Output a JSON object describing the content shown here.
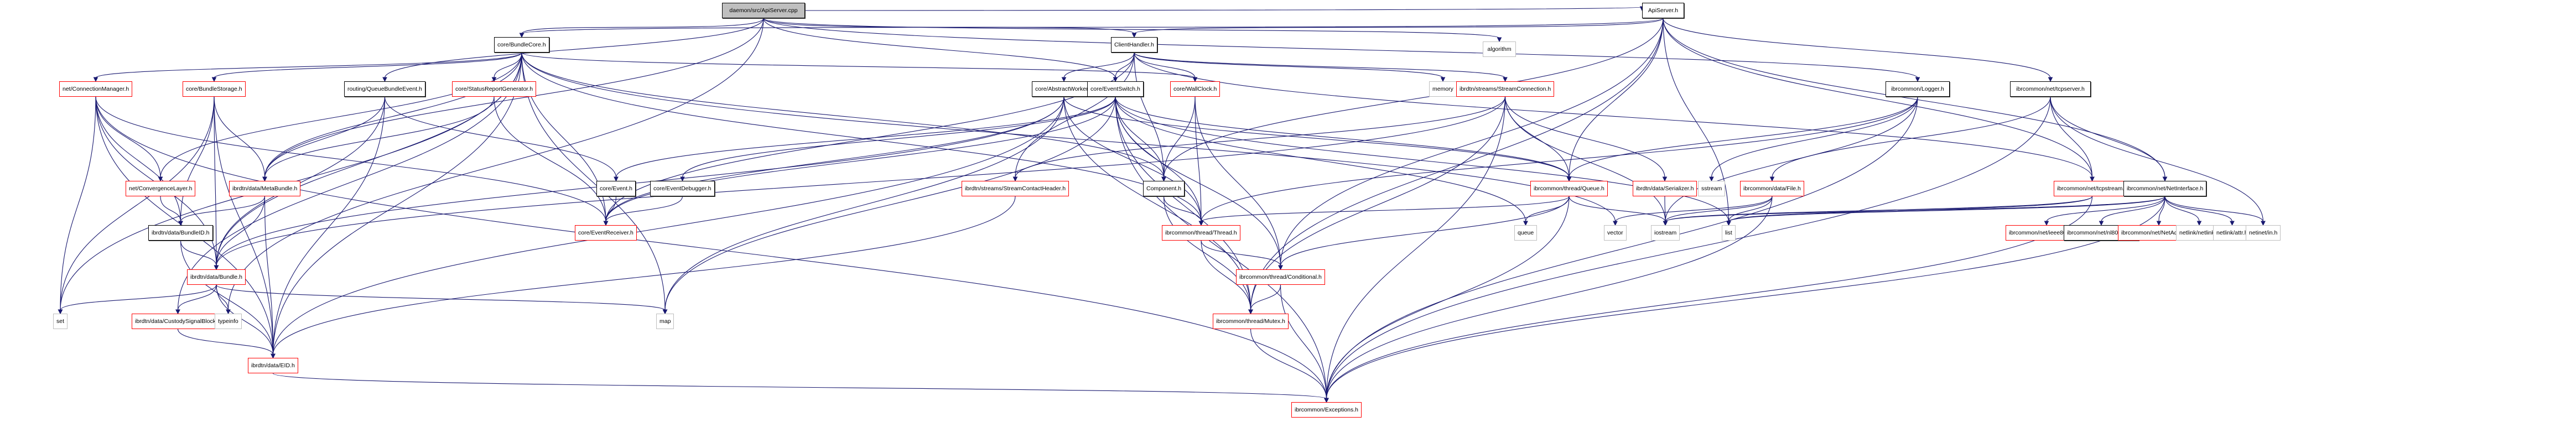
{
  "graph": {
    "title": "daemon/src/ApiServer.cpp include dependency graph",
    "edge_color": "#191970",
    "node_styles": {
      "root": {
        "fill": "#bfbfbf",
        "border": "#000000"
      },
      "documented": {
        "fill": "#ffffff",
        "border": "#000000"
      },
      "truncated": {
        "fill": "#ffffff",
        "border": "#ff0000"
      },
      "external": {
        "fill": "#ffffff",
        "border": "#bfbfbf"
      }
    },
    "nodes": [
      {
        "id": "root",
        "label": "daemon/src/ApiServer.cpp",
        "kind": "root"
      },
      {
        "id": "apiserver_h",
        "label": "ApiServer.h",
        "kind": "documented"
      },
      {
        "id": "algorithm",
        "label": "algorithm",
        "kind": "external"
      },
      {
        "id": "bundlecore",
        "label": "core/BundleCore.h",
        "kind": "documented"
      },
      {
        "id": "clienthandler",
        "label": "ClientHandler.h",
        "kind": "documented"
      },
      {
        "id": "logger",
        "label": "ibrcommon/Logger.h",
        "kind": "documented"
      },
      {
        "id": "tcpserver",
        "label": "ibrcommon/net/tcpserver.h",
        "kind": "documented"
      },
      {
        "id": "connmgr",
        "label": "net/ConnectionManager.h",
        "kind": "truncated"
      },
      {
        "id": "bundlestorage",
        "label": "core/BundleStorage.h",
        "kind": "truncated"
      },
      {
        "id": "queuebundleevent",
        "label": "routing/QueueBundleEvent.h",
        "kind": "documented"
      },
      {
        "id": "statusreport",
        "label": "core/StatusReportGenerator.h",
        "kind": "truncated"
      },
      {
        "id": "abstractworker",
        "label": "core/AbstractWorker.h",
        "kind": "documented"
      },
      {
        "id": "eventswitch",
        "label": "core/EventSwitch.h",
        "kind": "documented"
      },
      {
        "id": "wallclock",
        "label": "core/WallClock.h",
        "kind": "truncated"
      },
      {
        "id": "memory",
        "label": "memory",
        "kind": "external"
      },
      {
        "id": "streamconn",
        "label": "ibrdtn/streams/StreamConnection.h",
        "kind": "truncated"
      },
      {
        "id": "convlayer",
        "label": "net/ConvergenceLayer.h",
        "kind": "truncated"
      },
      {
        "id": "metabundle",
        "label": "ibrdtn/data/MetaBundle.h",
        "kind": "truncated"
      },
      {
        "id": "event",
        "label": "core/Event.h",
        "kind": "documented"
      },
      {
        "id": "eventdebugger",
        "label": "core/EventDebugger.h",
        "kind": "documented"
      },
      {
        "id": "streamcontact",
        "label": "ibrdtn/streams/StreamContactHeader.h",
        "kind": "truncated"
      },
      {
        "id": "component",
        "label": "Component.h",
        "kind": "documented"
      },
      {
        "id": "queue_h",
        "label": "ibrcommon/thread/Queue.h",
        "kind": "truncated"
      },
      {
        "id": "serializer",
        "label": "ibrdtn/data/Serializer.h",
        "kind": "truncated"
      },
      {
        "id": "sstream",
        "label": "sstream",
        "kind": "external"
      },
      {
        "id": "file_h",
        "label": "ibrcommon/data/File.h",
        "kind": "truncated"
      },
      {
        "id": "tcpstream",
        "label": "ibrcommon/net/tcpstream.h",
        "kind": "truncated"
      },
      {
        "id": "netinterface",
        "label": "ibrcommon/net/NetInterface.h",
        "kind": "documented"
      },
      {
        "id": "bundleid",
        "label": "ibrdtn/data/BundleID.h",
        "kind": "documented"
      },
      {
        "id": "eventreceiver",
        "label": "core/EventReceiver.h",
        "kind": "truncated"
      },
      {
        "id": "thread_h",
        "label": "ibrcommon/thread/Thread.h",
        "kind": "truncated"
      },
      {
        "id": "queue",
        "label": "queue",
        "kind": "external"
      },
      {
        "id": "vector",
        "label": "vector",
        "kind": "external"
      },
      {
        "id": "iostream",
        "label": "iostream",
        "kind": "external"
      },
      {
        "id": "list",
        "label": "list",
        "kind": "external"
      },
      {
        "id": "ieee802154",
        "label": "ibrcommon/net/ieee802154.h",
        "kind": "truncated"
      },
      {
        "id": "nl802154",
        "label": "ibrcommon/net/nl802154.h",
        "kind": "documented"
      },
      {
        "id": "netaddress",
        "label": "ibrcommon/net/NetAddress.h",
        "kind": "truncated"
      },
      {
        "id": "netlink",
        "label": "netlink/netlink.h",
        "kind": "external"
      },
      {
        "id": "attr",
        "label": "netlink/attr.h",
        "kind": "external"
      },
      {
        "id": "netinet",
        "label": "netinet/in.h",
        "kind": "external"
      },
      {
        "id": "bundle_h",
        "label": "ibrdtn/data/Bundle.h",
        "kind": "truncated"
      },
      {
        "id": "conditional",
        "label": "ibrcommon/thread/Conditional.h",
        "kind": "truncated"
      },
      {
        "id": "set",
        "label": "set",
        "kind": "external"
      },
      {
        "id": "custodysignal",
        "label": "ibrdtn/data/CustodySignalBlock.h",
        "kind": "truncated"
      },
      {
        "id": "typeinfo",
        "label": "typeinfo",
        "kind": "external"
      },
      {
        "id": "map",
        "label": "map",
        "kind": "external"
      },
      {
        "id": "mutex",
        "label": "ibrcommon/thread/Mutex.h",
        "kind": "truncated"
      },
      {
        "id": "eid",
        "label": "ibrdtn/data/EID.h",
        "kind": "truncated"
      },
      {
        "id": "exceptions",
        "label": "ibrcommon/Exceptions.h",
        "kind": "truncated"
      }
    ],
    "edges": [
      [
        "root",
        "apiserver_h"
      ],
      [
        "root",
        "algorithm"
      ],
      [
        "root",
        "bundlecore"
      ],
      [
        "root",
        "clienthandler"
      ],
      [
        "root",
        "logger"
      ],
      [
        "root",
        "queuebundleevent"
      ],
      [
        "root",
        "eventswitch"
      ],
      [
        "root",
        "metabundle"
      ],
      [
        "root",
        "typeinfo"
      ],
      [
        "apiserver_h",
        "clienthandler"
      ],
      [
        "apiserver_h",
        "bundlecore"
      ],
      [
        "apiserver_h",
        "component"
      ],
      [
        "apiserver_h",
        "queue_h"
      ],
      [
        "apiserver_h",
        "tcpserver"
      ],
      [
        "apiserver_h",
        "tcpstream"
      ],
      [
        "apiserver_h",
        "netinterface"
      ],
      [
        "apiserver_h",
        "mutex"
      ],
      [
        "apiserver_h",
        "conditional"
      ],
      [
        "apiserver_h",
        "list"
      ],
      [
        "bundlecore",
        "connmgr"
      ],
      [
        "bundlecore",
        "bundlestorage"
      ],
      [
        "bundlecore",
        "statusreport"
      ],
      [
        "bundlecore",
        "convlayer"
      ],
      [
        "bundlecore",
        "eventreceiver"
      ],
      [
        "bundlecore",
        "component"
      ],
      [
        "bundlecore",
        "wallclock"
      ],
      [
        "bundlecore",
        "set"
      ],
      [
        "bundlecore",
        "map"
      ],
      [
        "bundlecore",
        "eid"
      ],
      [
        "bundlecore",
        "custodysignal"
      ],
      [
        "bundlecore",
        "bundle_h"
      ],
      [
        "bundlecore",
        "metabundle"
      ],
      [
        "bundlecore",
        "vector"
      ],
      [
        "bundlecore",
        "thread_h"
      ],
      [
        "clienthandler",
        "abstractworker"
      ],
      [
        "clienthandler",
        "eventswitch"
      ],
      [
        "clienthandler",
        "wallclock"
      ],
      [
        "clienthandler",
        "memory"
      ],
      [
        "clienthandler",
        "streamconn"
      ],
      [
        "clienthandler",
        "streamcontact"
      ],
      [
        "clienthandler",
        "eventreceiver"
      ],
      [
        "clienthandler",
        "tcpstream"
      ],
      [
        "clienthandler",
        "component"
      ],
      [
        "logger",
        "sstream"
      ],
      [
        "logger",
        "iostream"
      ],
      [
        "logger",
        "queue_h"
      ],
      [
        "logger",
        "thread_h"
      ],
      [
        "logger",
        "exceptions"
      ],
      [
        "tcpserver",
        "tcpstream"
      ],
      [
        "tcpserver",
        "netinterface"
      ],
      [
        "tcpserver",
        "file_h"
      ],
      [
        "tcpserver",
        "exceptions"
      ],
      [
        "tcpserver",
        "netinet"
      ],
      [
        "connmgr",
        "convlayer"
      ],
      [
        "connmgr",
        "set"
      ],
      [
        "connmgr",
        "eid"
      ],
      [
        "connmgr",
        "bundle_h"
      ],
      [
        "connmgr",
        "eventreceiver"
      ],
      [
        "connmgr",
        "exceptions"
      ],
      [
        "connmgr",
        "bundleid"
      ],
      [
        "bundlestorage",
        "metabundle"
      ],
      [
        "bundlestorage",
        "bundle_h"
      ],
      [
        "bundlestorage",
        "bundleid"
      ],
      [
        "bundlestorage",
        "set"
      ],
      [
        "bundlestorage",
        "eid"
      ],
      [
        "queuebundleevent",
        "metabundle"
      ],
      [
        "queuebundleevent",
        "bundle_h"
      ],
      [
        "queuebundleevent",
        "eid"
      ],
      [
        "queuebundleevent",
        "event"
      ],
      [
        "statusreport",
        "eventreceiver"
      ],
      [
        "statusreport",
        "metabundle"
      ],
      [
        "abstractworker",
        "eid"
      ],
      [
        "abstractworker",
        "bundle_h"
      ],
      [
        "abstractworker",
        "queue_h"
      ],
      [
        "abstractworker",
        "thread_h"
      ],
      [
        "abstractworker",
        "mutex"
      ],
      [
        "abstractworker",
        "eventreceiver"
      ],
      [
        "abstractworker",
        "map"
      ],
      [
        "eventswitch",
        "component"
      ],
      [
        "eventswitch",
        "event"
      ],
      [
        "eventswitch",
        "eventdebugger"
      ],
      [
        "eventswitch",
        "eventreceiver"
      ],
      [
        "eventswitch",
        "queue_h"
      ],
      [
        "eventswitch",
        "thread_h"
      ],
      [
        "eventswitch",
        "conditional"
      ],
      [
        "eventswitch",
        "mutex"
      ],
      [
        "eventswitch",
        "queue"
      ],
      [
        "eventswitch",
        "exceptions"
      ],
      [
        "eventswitch",
        "list"
      ],
      [
        "eventswitch",
        "map"
      ],
      [
        "wallclock",
        "component"
      ],
      [
        "wallclock",
        "conditional"
      ],
      [
        "wallclock",
        "thread_h"
      ],
      [
        "streamconn",
        "streamcontact"
      ],
      [
        "streamconn",
        "queue_h"
      ],
      [
        "streamconn",
        "serializer"
      ],
      [
        "streamconn",
        "iostream"
      ],
      [
        "streamconn",
        "bundle_h"
      ],
      [
        "streamconn",
        "mutex"
      ],
      [
        "streamconn",
        "exceptions"
      ],
      [
        "convlayer",
        "bundleid"
      ],
      [
        "metabundle",
        "bundleid"
      ],
      [
        "metabundle",
        "bundle_h"
      ],
      [
        "metabundle",
        "eid"
      ],
      [
        "event",
        "eventreceiver"
      ],
      [
        "eventdebugger",
        "eventreceiver"
      ],
      [
        "streamcontact",
        "eid"
      ],
      [
        "component",
        "thread_h"
      ],
      [
        "component",
        "mutex"
      ],
      [
        "queue_h",
        "queue"
      ],
      [
        "queue_h",
        "iostream"
      ],
      [
        "queue_h",
        "conditional"
      ],
      [
        "queue_h",
        "exceptions"
      ],
      [
        "queue_h",
        "thread_h"
      ],
      [
        "serializer",
        "iostream"
      ],
      [
        "file_h",
        "list"
      ],
      [
        "file_h",
        "iostream"
      ],
      [
        "file_h",
        "vector"
      ],
      [
        "file_h",
        "exceptions"
      ],
      [
        "tcpstream",
        "iostream"
      ],
      [
        "tcpstream",
        "list"
      ],
      [
        "tcpstream",
        "exceptions"
      ],
      [
        "netinterface",
        "ieee802154"
      ],
      [
        "netinterface",
        "nl802154"
      ],
      [
        "netinterface",
        "netaddress"
      ],
      [
        "netinterface",
        "netlink"
      ],
      [
        "netinterface",
        "attr"
      ],
      [
        "netinterface",
        "netinet"
      ],
      [
        "netinterface",
        "list"
      ],
      [
        "netinterface",
        "iostream"
      ],
      [
        "netinterface",
        "exceptions"
      ],
      [
        "bundleid",
        "eid"
      ],
      [
        "bundleid",
        "bundle_h"
      ],
      [
        "thread_h",
        "conditional"
      ],
      [
        "thread_h",
        "mutex"
      ],
      [
        "bundle_h",
        "set"
      ],
      [
        "bundle_h",
        "custodysignal"
      ],
      [
        "bundle_h",
        "typeinfo"
      ],
      [
        "bundle_h",
        "eid"
      ],
      [
        "bundle_h",
        "map"
      ],
      [
        "custodysignal",
        "eid"
      ],
      [
        "conditional",
        "mutex"
      ],
      [
        "conditional",
        "exceptions"
      ],
      [
        "mutex",
        "exceptions"
      ],
      [
        "eid",
        "exceptions"
      ]
    ]
  }
}
